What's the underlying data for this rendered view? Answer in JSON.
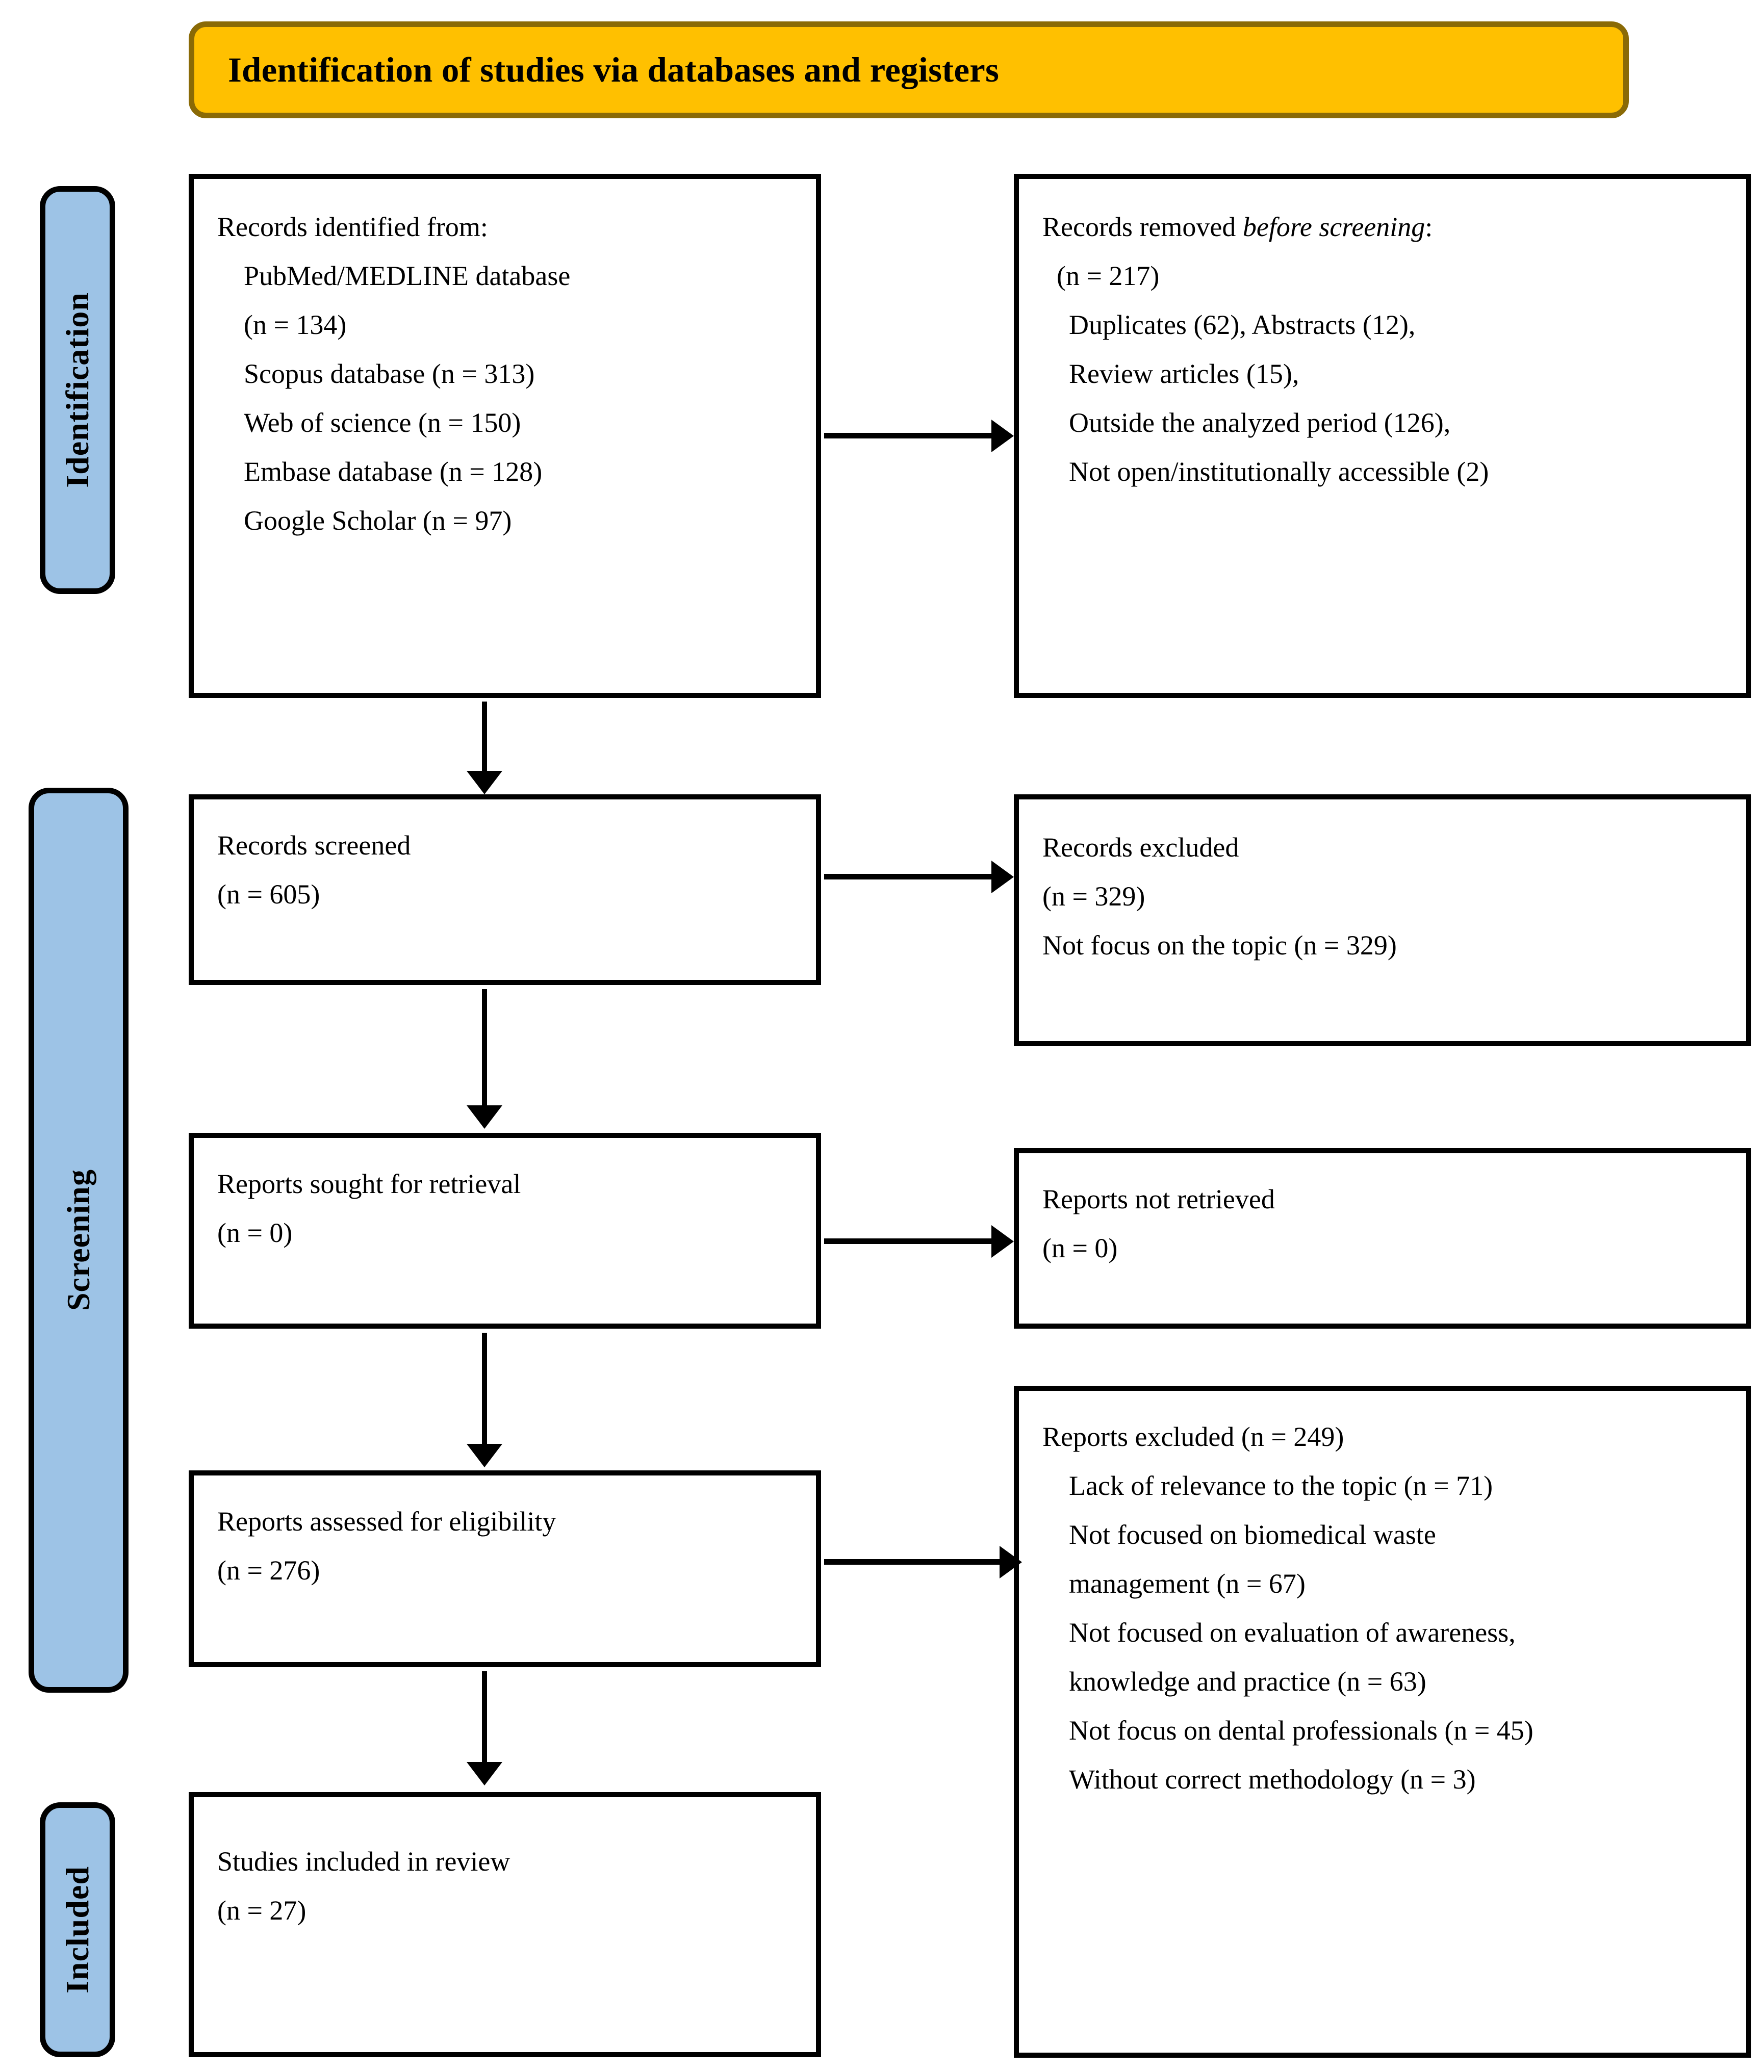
{
  "title": {
    "text": "Identification of studies via databases and registers",
    "fill_color": "#FFC000",
    "border_color": "#8A6A06"
  },
  "phases": {
    "identification": "Identification",
    "screening": "Screening",
    "included": "Included",
    "pill_color": "#9DC3E6"
  },
  "boxes": {
    "records_identified": {
      "lines": [
        "Records identified from:",
        "PubMed/MEDLINE database",
        "(n = 134)",
        "Scopus database (n = 313)",
        "Web of science (n = 150)",
        "Embase database (n = 128)",
        "Google Scholar (n = 97)"
      ]
    },
    "records_removed": {
      "heading_prefix": "Records removed ",
      "heading_italic": "before screening",
      "heading_suffix": ":",
      "lines": [
        "(n = 217)",
        "Duplicates (62), Abstracts (12),",
        "Review articles (15),",
        "Outside the analyzed period (126),",
        "Not open/institutionally accessible (2)"
      ]
    },
    "records_screened": {
      "lines": [
        "Records screened",
        "(n = 605)"
      ]
    },
    "records_excluded": {
      "lines": [
        "Records excluded",
        "(n = 329)",
        "Not focus on the topic (n = 329)"
      ]
    },
    "reports_sought": {
      "lines": [
        "Reports sought for retrieval",
        "(n = 0)"
      ]
    },
    "reports_not_retrieved": {
      "lines": [
        "Reports not retrieved",
        "(n = 0)"
      ]
    },
    "reports_assessed": {
      "lines": [
        "Reports assessed for eligibility",
        "(n = 276)"
      ]
    },
    "reports_excluded": {
      "lines": [
        "Reports excluded (n = 249)",
        "Lack of relevance to the topic (n = 71)",
        "Not focused on biomedical waste",
        "management (n = 67)",
        "Not focused on evaluation of awareness,",
        "knowledge and practice (n = 63)",
        "Not focus on dental professionals (n = 45)",
        "Without correct methodology (n = 3)"
      ]
    },
    "studies_included": {
      "lines": [
        "Studies included in review",
        "(n = 27)"
      ]
    }
  }
}
